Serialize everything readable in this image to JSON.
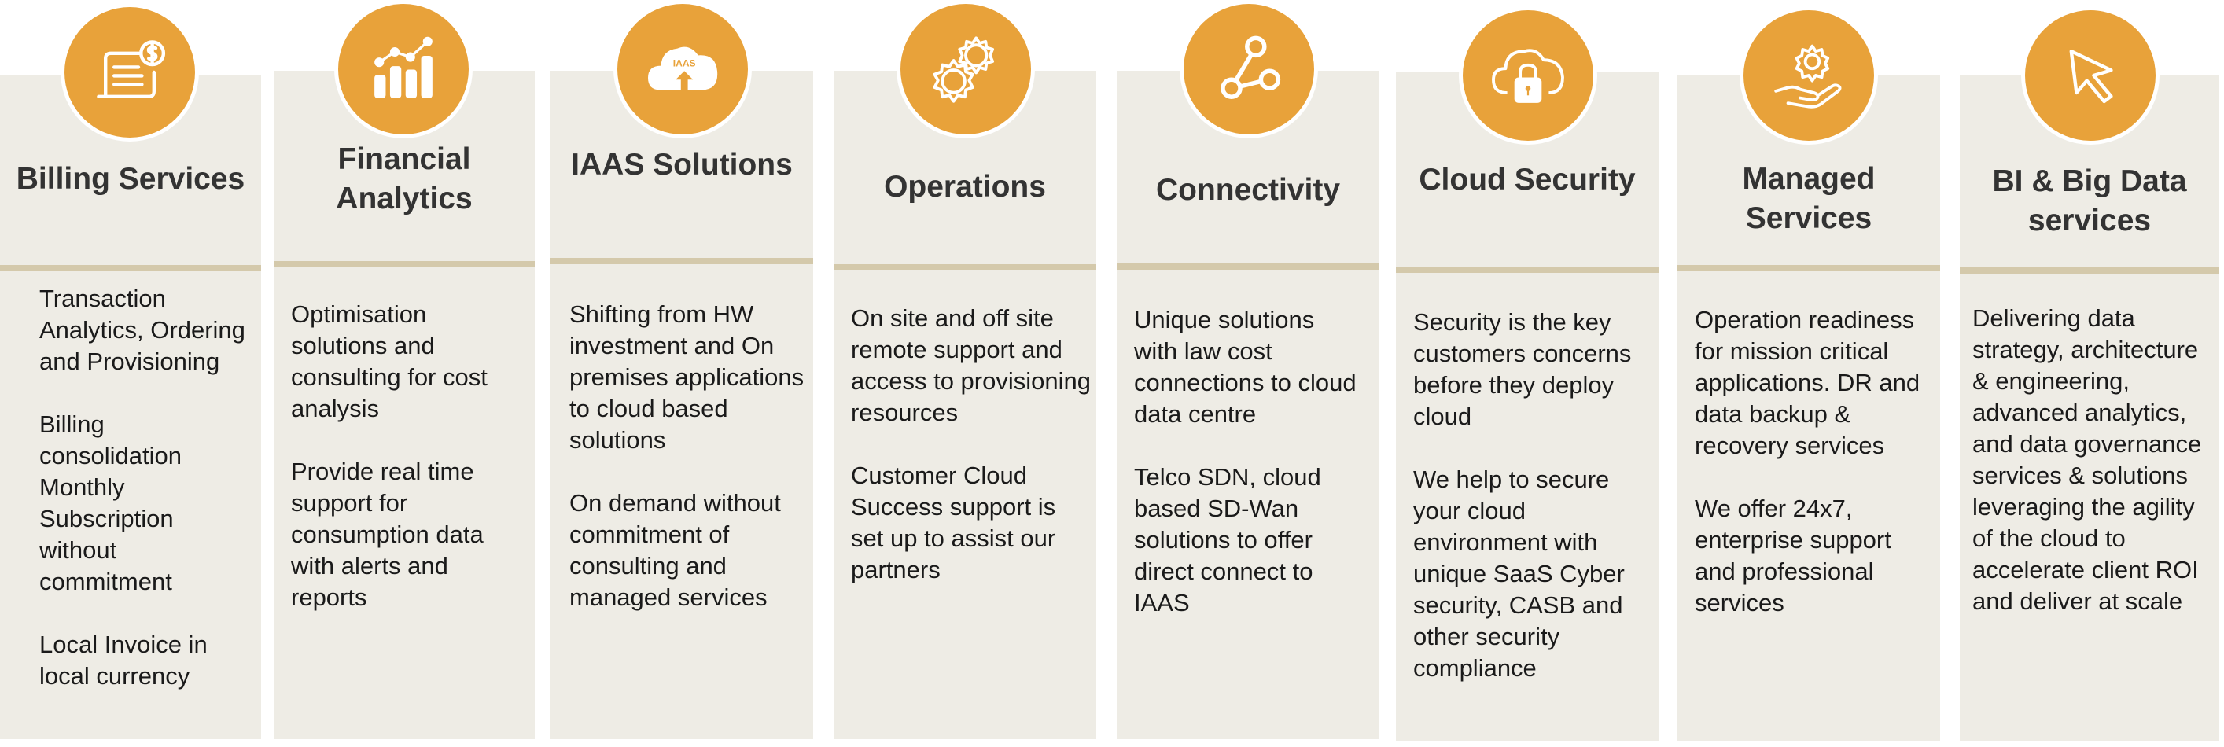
{
  "colors": {
    "accent": "#e8a23a",
    "card_bg": "#eeece5",
    "rule": "#d4c9ab",
    "title": "#333333"
  },
  "services": [
    {
      "icon": "billing-icon",
      "title": "Billing Services",
      "paragraphs": [
        "Transaction Analytics, Ordering and Provisioning",
        "Billing consolidation Monthly Subscription without commitment",
        "Local Invoice in local currency"
      ]
    },
    {
      "icon": "bar-chart-icon",
      "title": "Financial Analytics",
      "paragraphs": [
        "Optimisation solutions and consulting for cost analysis",
        "Provide real time support for consumption data with alerts and reports"
      ]
    },
    {
      "icon": "cloud-upload-icon",
      "icon_text": "IAAS",
      "title": "IAAS Solutions",
      "paragraphs": [
        "Shifting from HW investment and On premises applications to cloud based solutions",
        "On demand without commitment of consulting and managed services"
      ]
    },
    {
      "icon": "gears-icon",
      "title": "Operations",
      "paragraphs": [
        "On site and off site remote support and access to provisioning resources",
        "Customer Cloud Success support is set up to assist our partners"
      ]
    },
    {
      "icon": "network-nodes-icon",
      "title": "Connectivity",
      "paragraphs": [
        "Unique solutions with law cost connections to cloud data centre",
        "Telco SDN, cloud based SD-Wan solutions to offer direct connect to IAAS"
      ]
    },
    {
      "icon": "cloud-lock-icon",
      "title": "Cloud Security",
      "paragraphs": [
        "Security is the key customers concerns before they deploy cloud",
        "We help to secure your cloud environment with unique SaaS Cyber security, CASB and other security compliance"
      ]
    },
    {
      "icon": "hand-gear-icon",
      "title": "Managed Services",
      "paragraphs": [
        "Operation readiness for mission critical applications. DR and data backup & recovery services",
        "We offer 24x7, enterprise support and professional services"
      ]
    },
    {
      "icon": "cursor-icon",
      "title": "BI & Big Data services",
      "paragraphs": [
        "Delivering data strategy, architecture & engineering, advanced analytics, and data governance services & solutions leveraging the agility of the cloud to accelerate client ROI and deliver at scale"
      ]
    }
  ]
}
